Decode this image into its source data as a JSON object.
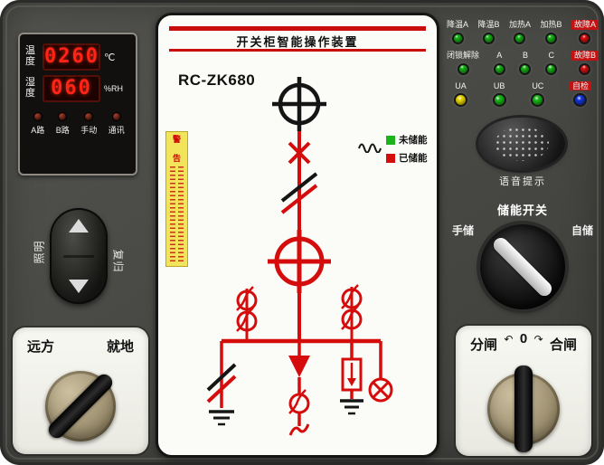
{
  "device": {
    "title": "开关柜智能操作装置",
    "model": "RC-ZK680",
    "accent_red": "#c90d0d"
  },
  "display_module": {
    "temp_label": "温度",
    "temp_value": "0260",
    "temp_unit": "℃",
    "hum_label": "湿度",
    "hum_value": "060",
    "hum_unit": "%RH",
    "digit_color": "#ff2415",
    "indicators": [
      "A路",
      "B路",
      "手动",
      "通讯"
    ]
  },
  "nav_pad": {
    "left_label": "照明",
    "right_label": "复归"
  },
  "mimic": {
    "warning_title": "警 告",
    "legend": {
      "items": [
        {
          "label": "未储能",
          "color": "#1db31d"
        },
        {
          "label": "已储能",
          "color": "#d40c0c"
        }
      ]
    }
  },
  "led_panel": {
    "rows": [
      {
        "items": [
          {
            "label": "降温A",
            "color": "#17b417"
          },
          {
            "label": "降温B",
            "color": "#17b417"
          },
          {
            "label": "加热A",
            "color": "#17b417"
          },
          {
            "label": "加热B",
            "color": "#17b417"
          },
          {
            "label": "故障A",
            "color": "#e01010"
          }
        ]
      },
      {
        "items": [
          {
            "label": "闭锁解除",
            "color": "#17b417"
          },
          {
            "label": "A",
            "color": "#17b417"
          },
          {
            "label": "B",
            "color": "#17b417"
          },
          {
            "label": "C",
            "color": "#17b417"
          },
          {
            "label": "故障B",
            "color": "#e01010"
          }
        ]
      },
      {
        "items": [
          {
            "label": "UA",
            "color": "#e8d400"
          },
          {
            "label": "UB",
            "color": "#17b417"
          },
          {
            "label": "UC",
            "color": "#17b417"
          },
          {
            "label": "自检",
            "color": "#1535d6"
          }
        ]
      }
    ]
  },
  "speaker": {
    "label": "语音提示"
  },
  "energy_switch": {
    "title": "储能开关",
    "left_label": "手储",
    "right_label": "自储"
  },
  "remote_local_switch": {
    "left_label": "远方",
    "right_label": "就地"
  },
  "open_close_switch": {
    "left_label": "分闸",
    "center_label": "0",
    "right_label": "合闸",
    "arrow_left": "↶",
    "arrow_right": "↷"
  }
}
